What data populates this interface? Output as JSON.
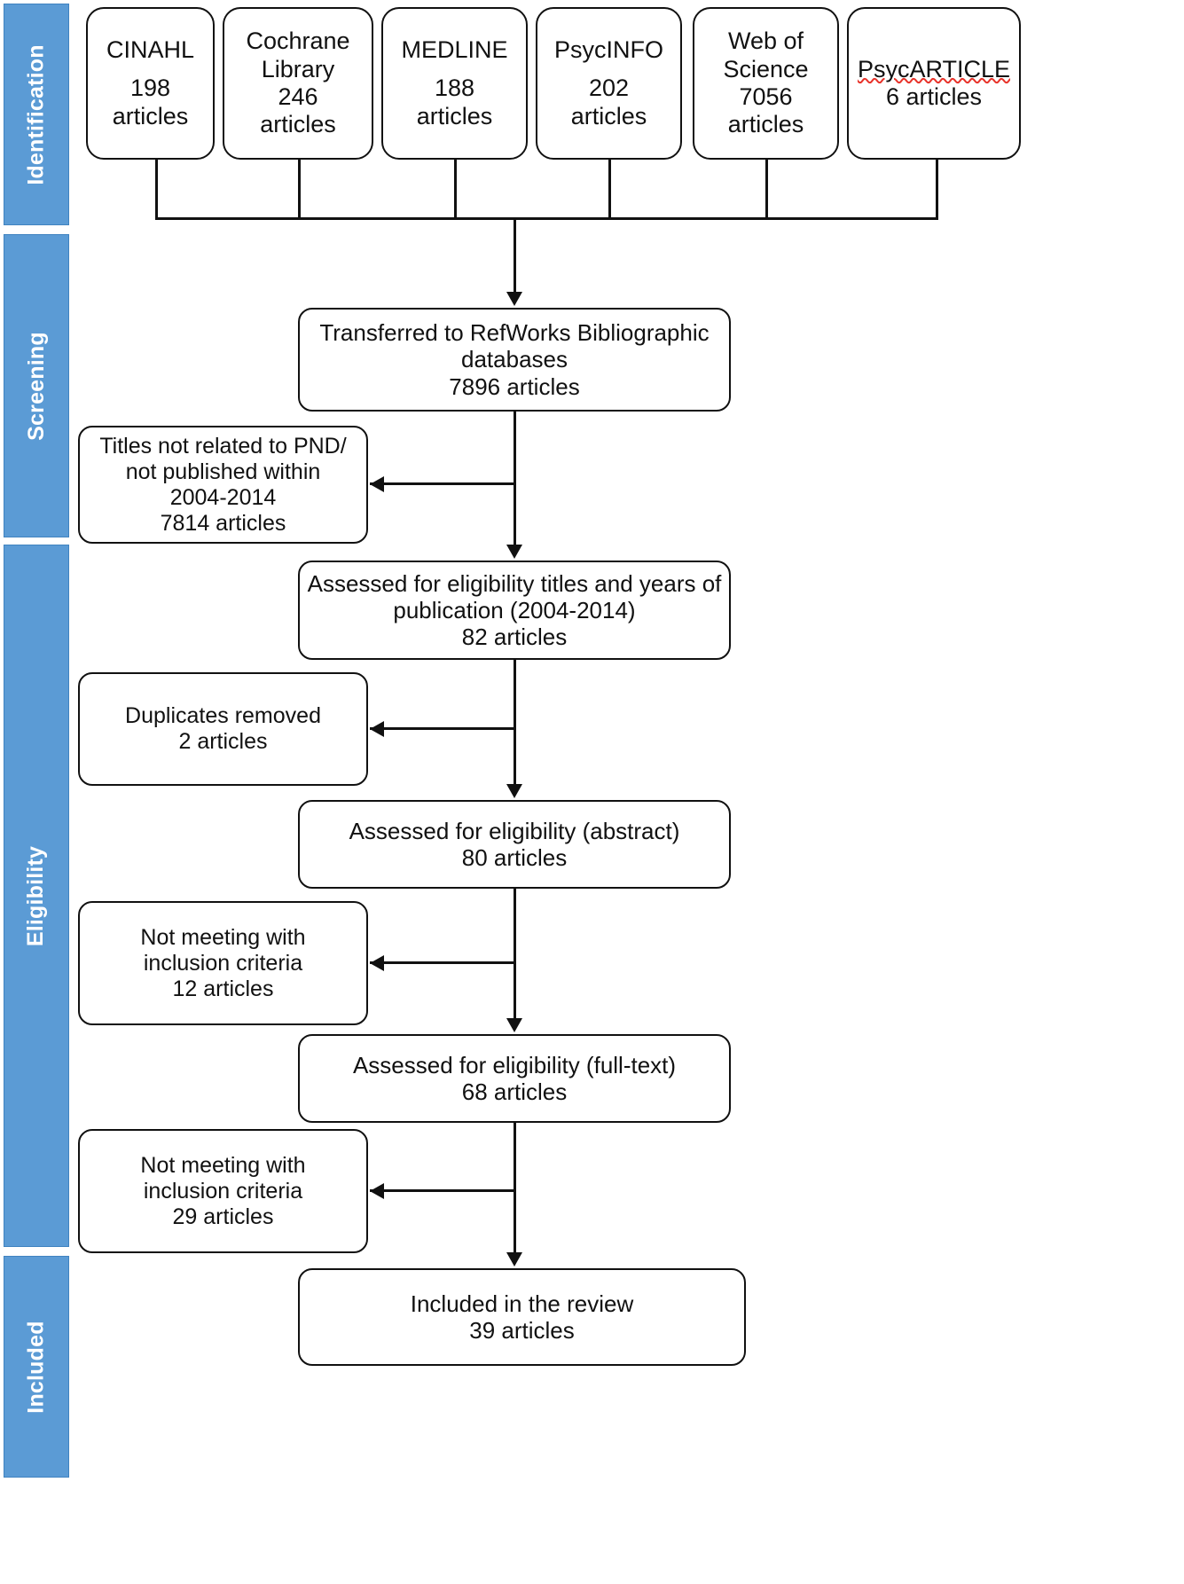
{
  "diagram": {
    "title": "PRISMA study selection flow diagram",
    "accent_color": "#5B9BD5",
    "line_color": "#111111",
    "spellcheck_underline_color": "#e8332a"
  },
  "stages": [
    {
      "id": "identification",
      "label": "Identification"
    },
    {
      "id": "screening",
      "label": "Screening"
    },
    {
      "id": "eligibility",
      "label": "Eligibility"
    },
    {
      "id": "included",
      "label": "Included"
    }
  ],
  "sources": [
    {
      "id": "cinahl",
      "name": "CINAHL",
      "count": "198",
      "unit": "articles",
      "misspelled": false
    },
    {
      "id": "cochrane",
      "name_line1": "Cochrane",
      "name_line2": "Library",
      "count": "246",
      "unit": "articles",
      "misspelled": false
    },
    {
      "id": "medline",
      "name": "MEDLINE",
      "count": "188",
      "unit": "articles",
      "misspelled": false
    },
    {
      "id": "psycinfo",
      "name": "PsycINFO",
      "count": "202",
      "unit": "articles",
      "misspelled": false
    },
    {
      "id": "web-of-science",
      "name_line1": "Web of",
      "name_line2": "Science",
      "count": "7056",
      "unit": "articles",
      "misspelled": false
    },
    {
      "id": "psycarticle",
      "name": "PsycARTICLE",
      "count_line": "6 articles",
      "misspelled": true
    }
  ],
  "flow": {
    "transferred": {
      "line1": "Transferred to RefWorks Bibliographic",
      "line2": "databases",
      "line3": "7896  articles"
    },
    "eligibility_titles": {
      "line1": "Assessed for eligibility titles and years of",
      "line2": "publication (2004-2014)",
      "line3": "82 articles"
    },
    "eligibility_abstract": {
      "line1": "Assessed for eligibility (abstract)",
      "line2": "80 articles"
    },
    "eligibility_fulltext": {
      "line1": "Assessed for eligibility (full-text)",
      "line2": "68 articles"
    },
    "included_review": {
      "line1": "Included in the review",
      "line2": "39 articles"
    }
  },
  "exclusions": [
    {
      "id": "titles-not-related",
      "line1": "Titles not related to PND/",
      "line2": "not published within",
      "line3": "2004-2014",
      "line4": "7814 articles"
    },
    {
      "id": "duplicates-removed",
      "line1": "Duplicates removed",
      "line2": "2 articles"
    },
    {
      "id": "not-meeting-inclusion-abstract",
      "line1": "Not meeting with",
      "line2": "inclusion criteria",
      "line3": "12 articles"
    },
    {
      "id": "not-meeting-inclusion-fulltext",
      "line1": "Not meeting with",
      "line2": "inclusion criteria",
      "line3": "29 articles"
    }
  ]
}
